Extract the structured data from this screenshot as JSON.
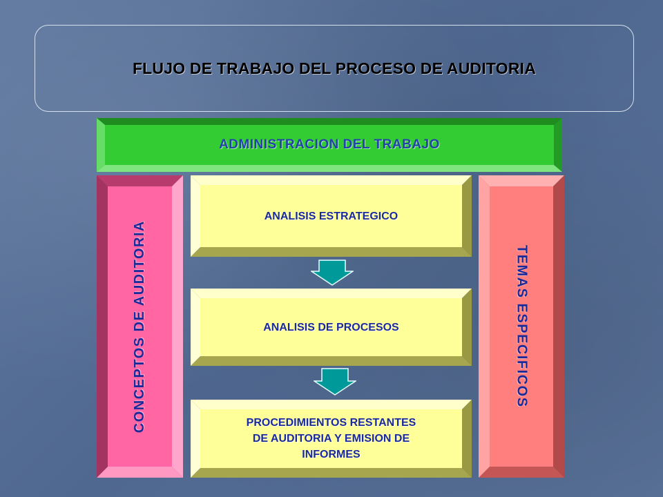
{
  "title": "FLUJO DE TRABAJO DEL PROCESO DE AUDITORIA",
  "header_bar": "ADMINISTRACION DEL TRABAJO",
  "left_column": "CONCEPTOS DE AUDITORIA",
  "right_column": "TEMAS ESPECIFICOS",
  "steps": [
    {
      "label": "ANALISIS ESTRATEGICO"
    },
    {
      "label": "ANALISIS DE PROCESOS"
    },
    {
      "label_lines": [
        "PROCEDIMIENTOS RESTANTES",
        "DE AUDITORIA Y EMISION DE",
        "INFORMES"
      ]
    }
  ],
  "colors": {
    "header_bar": "#33cc33",
    "steps": "#ffff99",
    "left_column": "#ff66a3",
    "right_column": "#ff7f7f",
    "arrows": "#009999",
    "text": "#1a2a99"
  },
  "icons": {
    "flow_arrow": "down-arrow-icon"
  }
}
